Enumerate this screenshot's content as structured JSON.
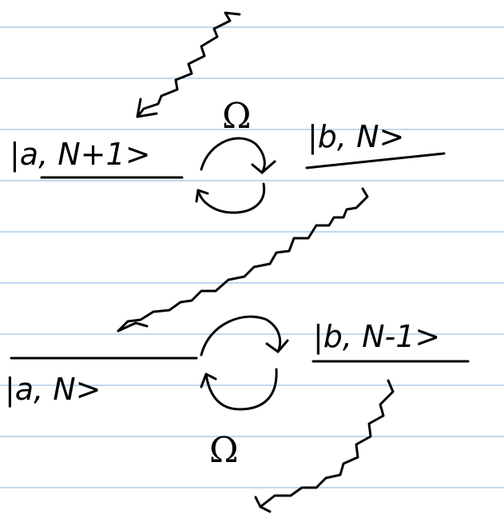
{
  "labels": {
    "state_a_n_plus_1": "|a, N+1>",
    "state_b_n": "|b, N>",
    "state_a_n": "|a, N>",
    "state_b_n_minus_1": "|b, N-1>",
    "coupling_upper": "Ω",
    "coupling_lower": "Ω"
  },
  "colors": {
    "ink": "#000000",
    "ruled_line": "#7fb2e0",
    "paper": "#ffffff"
  }
}
